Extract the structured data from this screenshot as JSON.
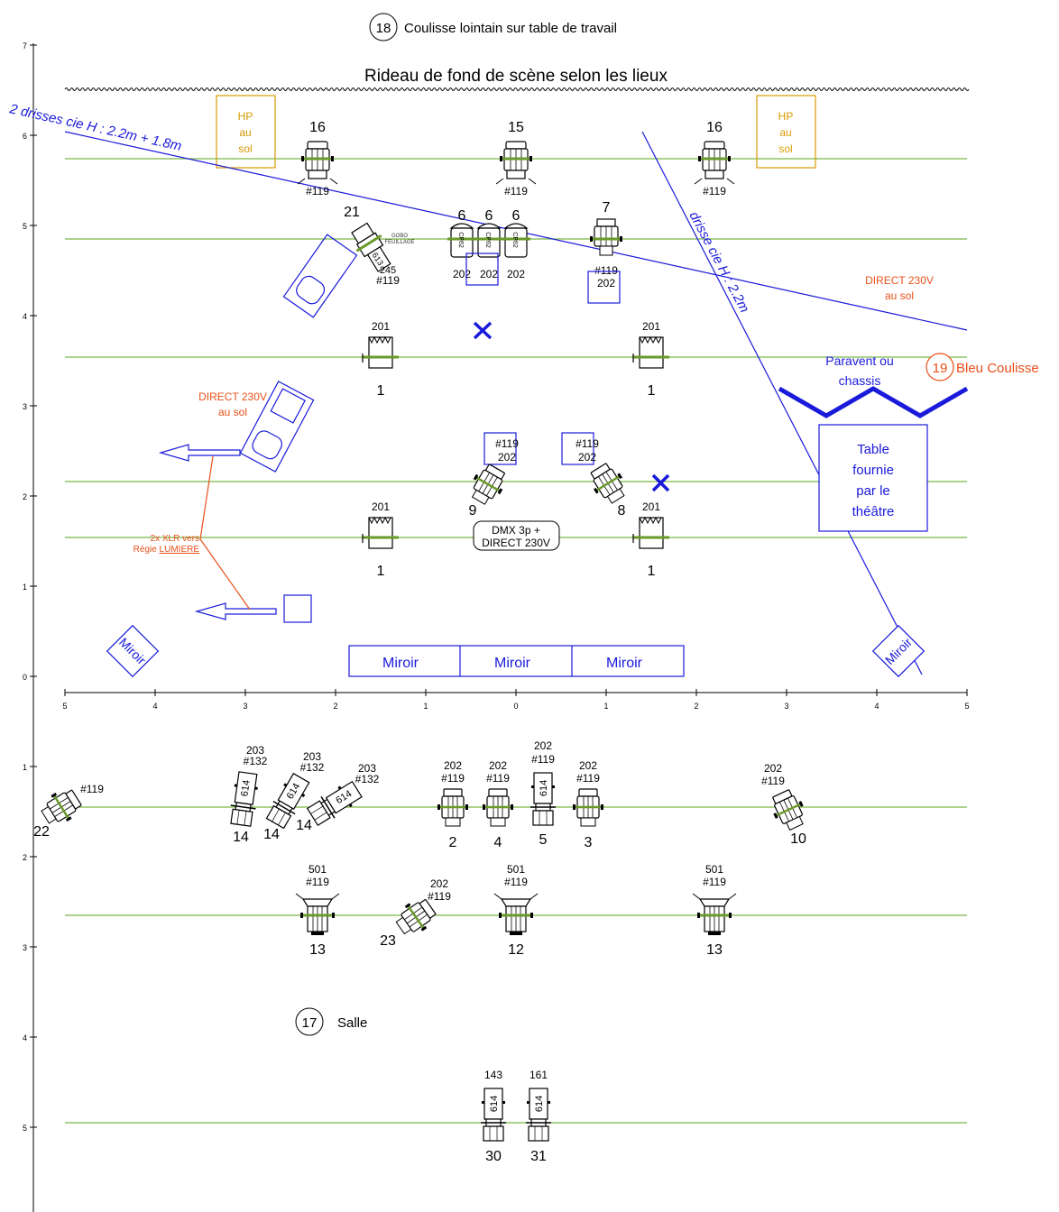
{
  "callouts": [
    {
      "num": "18",
      "label": "Coulisse lointain sur table de travail"
    },
    {
      "num": "19",
      "label": "Bleu Coulisse"
    },
    {
      "num": "17",
      "label": "Salle"
    }
  ],
  "backdrop_label": "Rideau de fond de scène selon les lieux",
  "rigging": {
    "line_a": "2 drisses cie   H : 2.2m + 1.8m",
    "line_b": "drisse cie   H : 2.2m"
  },
  "speakers": {
    "hp": "HP",
    "au": "au",
    "sol": "sol"
  },
  "power": {
    "direct": "DIRECT 230V",
    "au_sol": "au sol",
    "dmx_line1": "DMX 3p +",
    "dmx_line2": "DIRECT 230V"
  },
  "xlr": {
    "line1": "2x XLR vers",
    "line2": "Régie ",
    "line3": "LUMIERE"
  },
  "paravent": {
    "line1": "Paravent ou",
    "line2": "chassis"
  },
  "table": {
    "line1": "Table",
    "line2": "fournie",
    "line3": "par le",
    "line4": "théâtre"
  },
  "mirror_label": "Miroir",
  "gobo": {
    "line1": "GOBO",
    "line2": "FEUILLAGE"
  },
  "fixture_texts": {
    "n1": "1",
    "n2": "2",
    "n3": "3",
    "n4": "4",
    "n5": "5",
    "n6": "6",
    "n7": "7",
    "n8": "8",
    "n9": "9",
    "n10": "10",
    "n12": "12",
    "n13": "13",
    "n14": "14",
    "n15": "15",
    "n16": "16",
    "n21": "21",
    "n22": "22",
    "n23": "23",
    "n30": "30",
    "n31": "31",
    "g119": "#119",
    "g132": "#132",
    "g143": "143",
    "g161": "161",
    "g201": "201",
    "g202": "202",
    "g203": "203",
    "g245": "245",
    "g501": "501",
    "g613": "613",
    "g614": "614",
    "cp62": "CP62"
  },
  "axes": {
    "y_upper": [
      "7",
      "6",
      "5",
      "4",
      "3",
      "2",
      "1",
      "0"
    ],
    "x_ticks": [
      "5",
      "4",
      "3",
      "2",
      "1",
      "0",
      "1",
      "2",
      "3",
      "4",
      "5"
    ],
    "y_lower": [
      "1",
      "2",
      "3",
      "4",
      "5"
    ]
  }
}
